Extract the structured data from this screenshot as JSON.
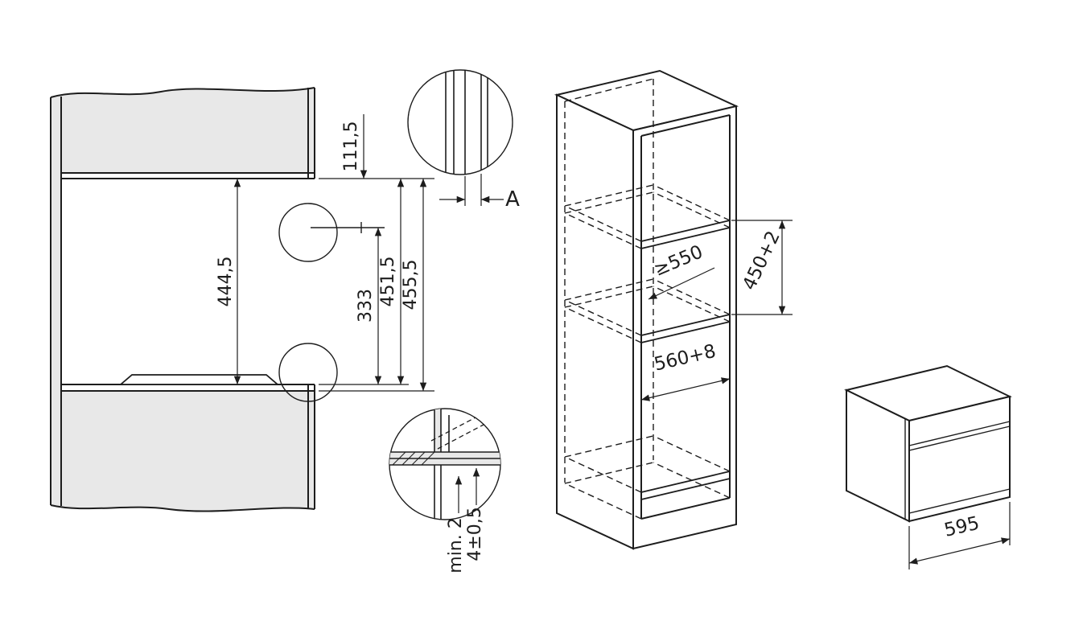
{
  "diagram": {
    "colors": {
      "line": "#1d1d1d",
      "panel_fill": "#e8e8e8",
      "background": "#ffffff"
    },
    "section_view": {
      "dim_top_clearance": "111,5",
      "dim_inner_height": "444,5",
      "dim_mount_height": "333",
      "dim_height_inner": "451,5",
      "dim_height_outer": "455,5"
    },
    "detail_top": {
      "gap_label": "A"
    },
    "detail_bottom": {
      "dim_min_gap": "min. 2",
      "dim_bottom_gap": "4±0,5"
    },
    "cabinet_view": {
      "dim_depth": "≥550",
      "dim_niche_height": "450+2",
      "dim_niche_width": "560+8"
    },
    "appliance_view": {
      "dim_width": "595"
    }
  }
}
